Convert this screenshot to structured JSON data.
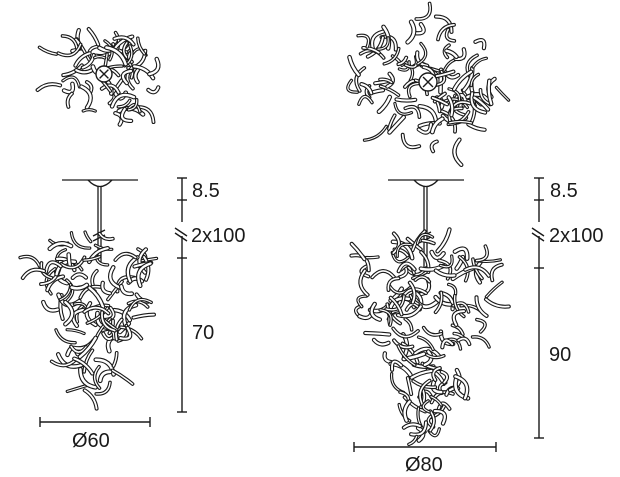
{
  "small": {
    "drop_height": "8.5",
    "cable": "2x100",
    "body_height": "70",
    "diameter": "Ø60"
  },
  "large": {
    "drop_height": "8.5",
    "cable": "2x100",
    "body_height": "90",
    "diameter": "Ø80"
  },
  "colors": {
    "line": "#1a1a1a",
    "background": "#ffffff"
  }
}
